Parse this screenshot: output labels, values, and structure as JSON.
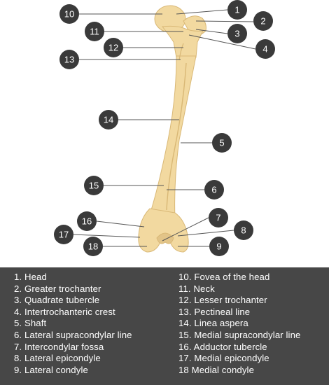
{
  "colors": {
    "bone_fill": "#f2d9a0",
    "bone_shadow": "#d9b876",
    "badge": "#3a3a3a",
    "leader_line": "#555555",
    "legend_bg": "#474747",
    "legend_text": "#ffffff"
  },
  "markers": [
    "1",
    "2",
    "3",
    "4",
    "5",
    "6",
    "7",
    "8",
    "9",
    "10",
    "11",
    "12",
    "13",
    "14",
    "15",
    "16",
    "17",
    "18"
  ],
  "legend": {
    "left": [
      "1. Head",
      "2. Greater trochanter",
      "3. Quadrate tubercle",
      "4. Intertrochanteric crest",
      "5. Shaft",
      "6. Lateral supracondylar line",
      "7. Intercondylar fossa",
      "8. Lateral epicondyle",
      "9. Lateral condyle"
    ],
    "right": [
      "10. Fovea of the head",
      "11. Neck",
      "12. Lesser trochanter",
      "13. Pectineal line",
      "14. Linea aspera",
      "15. Medial supracondylar line",
      "16. Adductor tubercle",
      "17. Medial epicondyle",
      "18 Medial condyle"
    ]
  }
}
